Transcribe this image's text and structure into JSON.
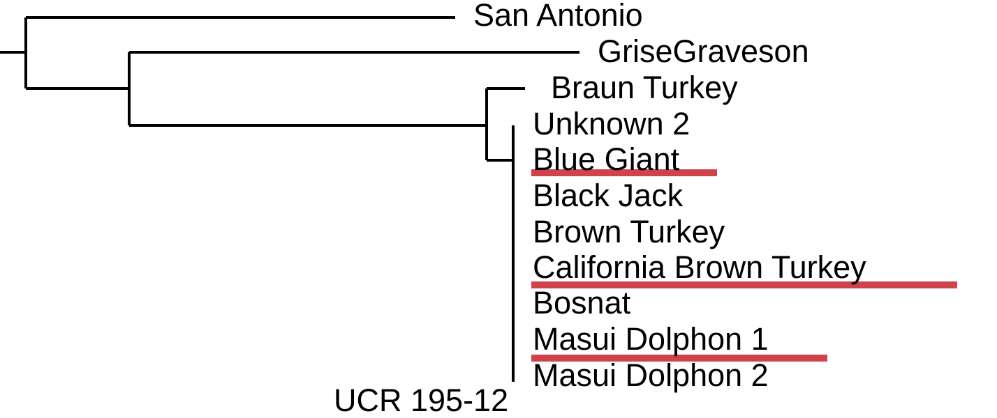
{
  "tree": {
    "line_color": "#000000",
    "highlight_color": "#d0434d",
    "taxa": [
      {
        "key": "san-antonio",
        "label": "San Antonio",
        "highlighted": false
      },
      {
        "key": "grisegraveson",
        "label": "GriseGraveson",
        "highlighted": false
      },
      {
        "key": "braun-turkey",
        "label": "Braun Turkey",
        "highlighted": false
      },
      {
        "key": "unknown-2",
        "label": "Unknown 2",
        "highlighted": false
      },
      {
        "key": "blue-giant",
        "label": "Blue Giant",
        "highlighted": true
      },
      {
        "key": "black-jack",
        "label": "Black Jack",
        "highlighted": false
      },
      {
        "key": "brown-turkey",
        "label": "Brown Turkey",
        "highlighted": false
      },
      {
        "key": "california-brown-turkey",
        "label": "California Brown Turkey",
        "highlighted": true
      },
      {
        "key": "bosnat",
        "label": "Bosnat",
        "highlighted": false
      },
      {
        "key": "masui-dolphon-1",
        "label": "Masui Dolphon 1",
        "highlighted": true
      },
      {
        "key": "masui-dolphon-2",
        "label": "Masui Dolphon 2",
        "highlighted": false
      },
      {
        "key": "ucr-partial",
        "label": "UCR 195-12",
        "highlighted": false
      }
    ]
  }
}
